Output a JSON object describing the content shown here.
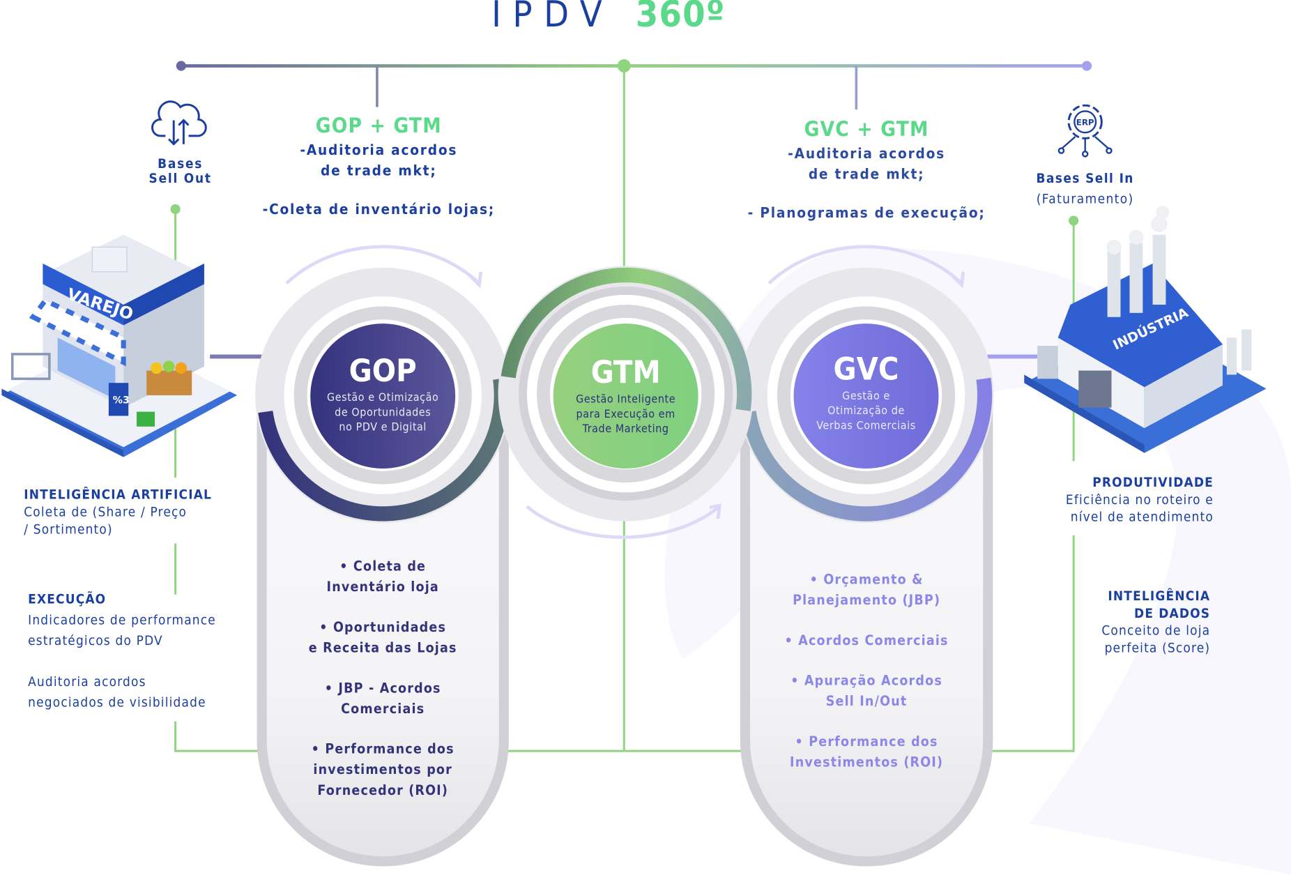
{
  "title": {
    "main": "IPDV",
    "accent": "360º"
  },
  "colors": {
    "blue": "#1b3f9e",
    "green": "#5ad98a",
    "gop": "#3d3a82",
    "gtm": "#8fd47e",
    "gvc": "#7b77e0"
  },
  "left_source": {
    "icon": "cloud-sync-icon",
    "label_line1": "Bases",
    "label_line2": "Sell Out"
  },
  "right_source": {
    "icon": "erp-gear-icon",
    "label": "Bases Sell In",
    "sublabel": "(Faturamento)"
  },
  "gop_gtm": {
    "heading": "GOP + GTM",
    "item1_line1": "-Auditoria acordos",
    "item1_line2": "de trade mkt;",
    "item2": "-Coleta de inventário lojas;"
  },
  "gvc_gtm": {
    "heading": "GVC + GTM",
    "item1_line1": "-Auditoria acordos",
    "item1_line2": "de trade mkt;",
    "item2": "- Planogramas de execução;"
  },
  "store": {
    "sign": "VAREJO",
    "badge": "%3"
  },
  "factory": {
    "sign": "INDÚSTRIA"
  },
  "modules": {
    "gop": {
      "title": "GOP",
      "sub1": "Gestão e Otimização",
      "sub2": "de Oportunidades",
      "sub3": "no PDV e Digital"
    },
    "gtm": {
      "title": "GTM",
      "sub1": "Gestão Inteligente",
      "sub2": "para Execução em",
      "sub3": "Trade Marketing"
    },
    "gvc": {
      "title": "GVC",
      "sub1": "Gestão e",
      "sub2": "Otimização de",
      "sub3": "Verbas Comerciais"
    }
  },
  "gop_list": [
    {
      "l1": "• Coleta de",
      "l2": "Inventário loja"
    },
    {
      "l1": "• Oportunidades",
      "l2": "e Receita das Lojas"
    },
    {
      "l1": "• JBP - Acordos",
      "l2": "Comerciais"
    },
    {
      "l1": "• Performance dos",
      "l2": "investimentos por",
      "l3": "Fornecedor (ROI)"
    }
  ],
  "gvc_list": [
    {
      "l1": "• Orçamento &",
      "l2": "Planejamento (JBP)"
    },
    {
      "l1": "• Acordos Comerciais"
    },
    {
      "l1": "• Apuração Acordos",
      "l2": "Sell In/Out"
    },
    {
      "l1": "• Performance dos",
      "l2": "Investimentos (ROI)"
    }
  ],
  "left_notes": {
    "ai_title": "INTELIGÊNCIA ARTIFICIAL",
    "ai_l1": "Coleta de (Share / Preço",
    "ai_l2": "/ Sortimento)",
    "exec_title": "EXECUÇÃO",
    "exec_l1": "Indicadores de performance",
    "exec_l2": "estratégicos do PDV",
    "audit_l1": "Auditoria acordos",
    "audit_l2": "negociados de visibilidade"
  },
  "right_notes": {
    "prod_title": "PRODUTIVIDADE",
    "prod_l1": "Eficiência no roteiro e",
    "prod_l2": "nível de atendimento",
    "data_title1": "INTELIGÊNCIA",
    "data_title2": "DE DADOS",
    "data_l1": "Conceito de loja",
    "data_l2": "perfeita (Score)"
  }
}
